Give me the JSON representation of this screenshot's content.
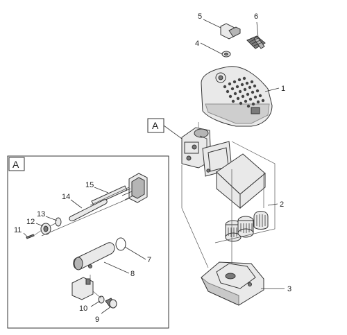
{
  "diagram": {
    "callouts": {
      "c1": "1",
      "c2": "2",
      "c3": "3",
      "c4": "4",
      "c5": "5",
      "c6": "6",
      "c7": "7",
      "c8": "8",
      "c9": "9",
      "c10": "10",
      "c11": "11",
      "c12": "12",
      "c13": "13",
      "c14": "14",
      "c15": "15"
    },
    "detail_tag_main": "A",
    "detail_tag_inset": "A"
  }
}
